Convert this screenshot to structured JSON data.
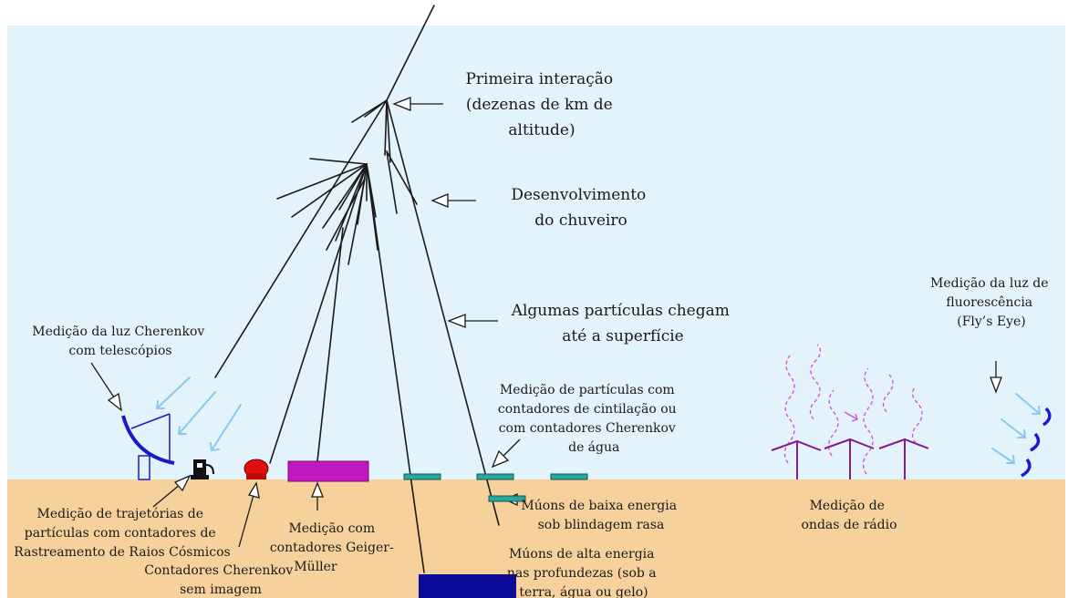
{
  "colors": {
    "sky": "#e2f3fb",
    "ground": "#f6d19b",
    "track": "#1a1a1a",
    "cherenkov_light": "#8cc8ec",
    "telescope": "#1a1acc",
    "muon_detector": "#2aa6a0",
    "geiger_counter": "#c218c2",
    "deep_detector": "#0a0a96",
    "cherenkov_counter": "#e01010",
    "radio_antenna": "#8a1a8a",
    "radio_wave": "#d64ad6",
    "fluorescence_eye": "#1a1acc"
  },
  "labels": {
    "first_interaction": [
      "Primeira interação",
      "(dezenas de  km de",
      "altitude)"
    ],
    "shower_development": [
      "Desenvolvimento",
      "do chuveiro"
    ],
    "surface_particles": [
      "Algumas partículas chegam",
      "até a superfície"
    ],
    "cherenkov_telescopes": [
      "Medição da luz Cherenkov",
      "com telescópios"
    ],
    "fluorescence": [
      "Medição da luz de",
      "fluorescência",
      "(Fly’s Eye)"
    ],
    "scintillation": [
      "Medição de partículas com",
      "contadores de cintilação ou",
      "com contadores Cherenkov",
      "de",
      "água"
    ],
    "tracking": [
      "Medição de trajetórias de",
      "partículas com contadores de",
      "Rastreamento de Raios Cósmicos"
    ],
    "non_imaging_cherenkov": [
      "Contadores Cherenkov",
      "sem imagem"
    ],
    "geiger_muller": [
      "Medição com",
      "contadores Geiger-",
      "Müller"
    ],
    "low_energy_muons": [
      "Múons de baixa energia",
      "sob blindagem rasa"
    ],
    "high_energy_muons": [
      "Múons de alta energia",
      "nas profundezas (sob a",
      "terra, água ou gelo)"
    ],
    "radio": [
      "Medição de",
      "ondas de rádio"
    ]
  }
}
